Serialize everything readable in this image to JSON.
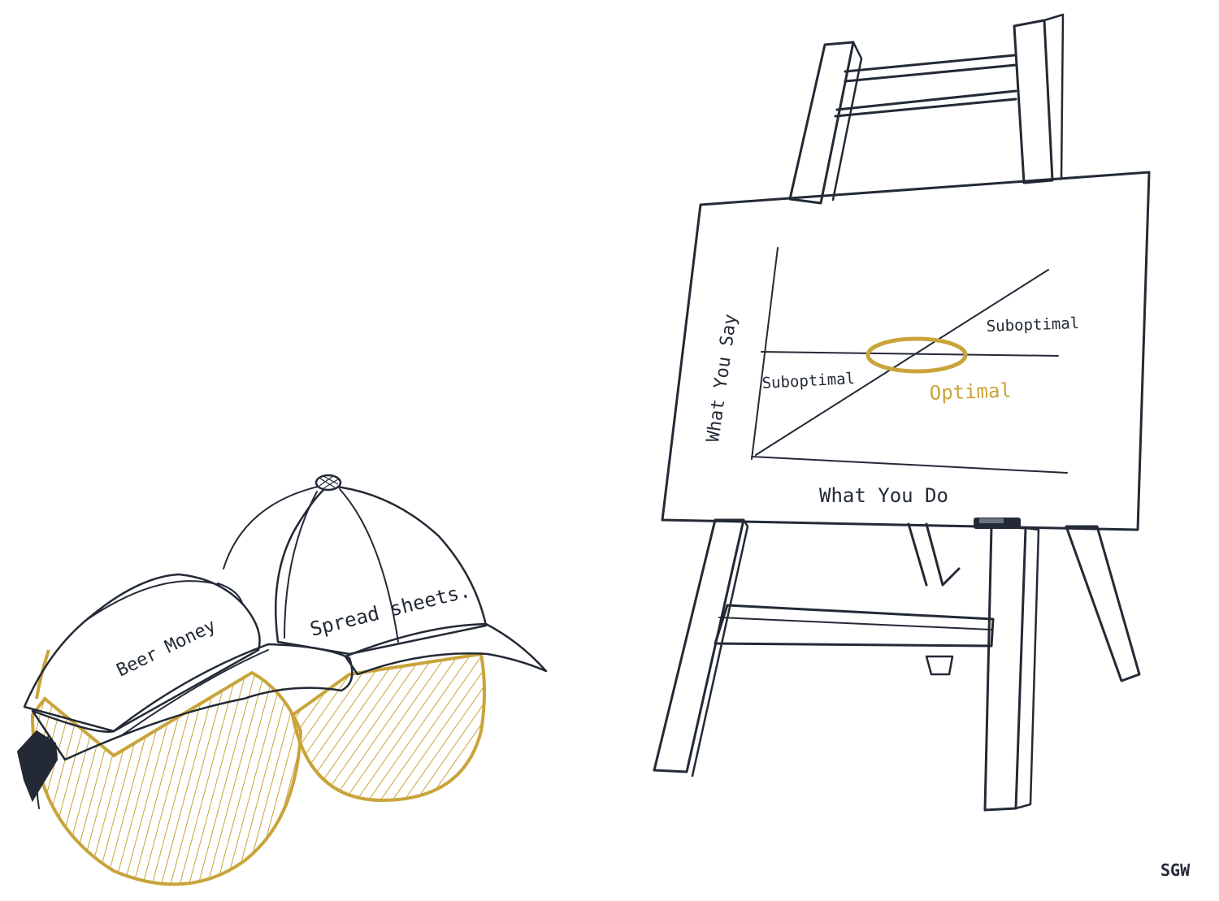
{
  "colors": {
    "ink": "#232a36",
    "gold": "#c9a43a",
    "paper": "#ffffff"
  },
  "caps": {
    "front_cap_label": "Beer Money",
    "back_cap_label": "Spread sheets."
  },
  "board": {
    "y_axis_label": "What You Say",
    "x_axis_label": "What You Do",
    "upper_region_label": "Suboptimal",
    "lower_region_label": "Suboptimal",
    "optimal_label": "Optimal"
  },
  "signature": "SGW"
}
